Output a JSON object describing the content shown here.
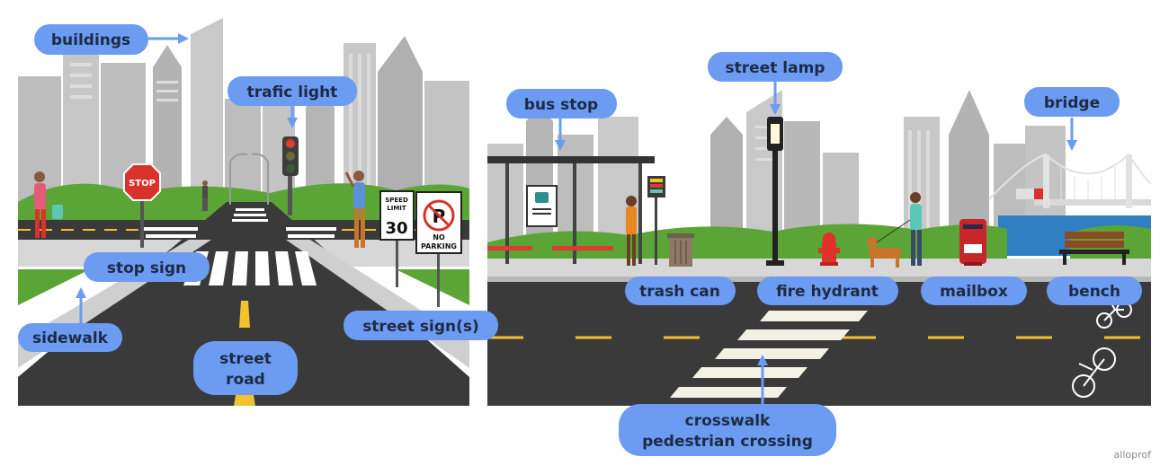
{
  "labels": {
    "buildings": "buildings",
    "trafic_light": "trafic light",
    "stop_sign": "stop sign",
    "sidewalk": "sidewalk",
    "street_road_1": "street",
    "street_road_2": "road",
    "street_signs": "street sign(s)",
    "bus_stop": "bus stop",
    "street_lamp": "street lamp",
    "bridge": "bridge",
    "trash_can": "trash can",
    "fire_hydrant": "fire hydrant",
    "mailbox": "mailbox",
    "bench": "bench",
    "crosswalk_1": "crosswalk",
    "crosswalk_2": "pedestrian crossing"
  },
  "signs": {
    "stop": "STOP",
    "speed_1": "SPEED",
    "speed_2": "LIMIT",
    "speed_value": "30",
    "no_parking_1": "NO",
    "no_parking_2": "PARKING",
    "parking_letter": "P"
  },
  "watermark": "alloprof",
  "colors": {
    "label_fill": "#6b9cf2",
    "label_text": "#1f2a44",
    "road": "#3a3a3a",
    "building": "#bdbdbd",
    "grass": "#5aa535"
  }
}
